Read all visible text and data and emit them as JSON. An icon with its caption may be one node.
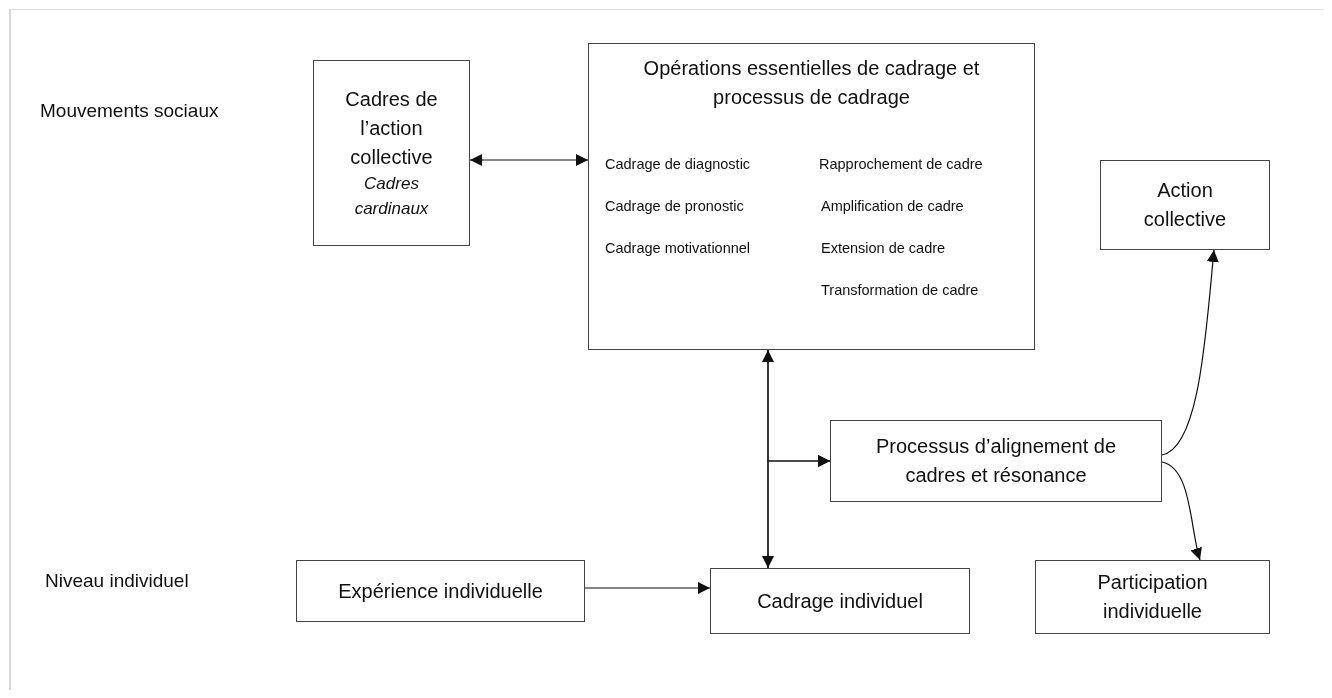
{
  "diagram": {
    "nodes": [
      {
        "text": [
          "Cadres de l’action collective",
          "Cadres cardinaux"
        ]
      },
      {
        "text": [
          "Opérations essentielles de cadrage et processus de cadrage",
          "Cadrage de diagnostic",
          "Rapprochement de cadre",
          "Cadrage de pronostic",
          "Amplification de cadre",
          "Cadrage motivationnel",
          "Extension de cadre",
          "Transformation de cadre"
        ]
      },
      {
        "text": [
          "Action collective"
        ]
      },
      {
        "text": [
          "Processus d’alignement de cadres et résonance"
        ]
      },
      {
        "text": [
          "Expérience individuelle"
        ]
      },
      {
        "text": [
          "Cadrage individuel"
        ]
      },
      {
        "text": [
          "Participation individuelle"
        ]
      }
    ],
    "edges": [
      {
        "from": 0,
        "to": 1,
        "arrow": "both"
      },
      {
        "from": 1,
        "to": 5,
        "arrow": "both"
      },
      {
        "from": 1,
        "to": 3,
        "arrow": "to"
      },
      {
        "from": 5,
        "to": 3,
        "arrow": "to"
      },
      {
        "from": 4,
        "to": 5,
        "arrow": "to"
      },
      {
        "from": 3,
        "to": 2,
        "arrow": "to"
      },
      {
        "from": 3,
        "to": 6,
        "arrow": "to"
      }
    ],
    "labels": [
      "Mouvements sociaux",
      "Niveau individuel"
    ]
  }
}
